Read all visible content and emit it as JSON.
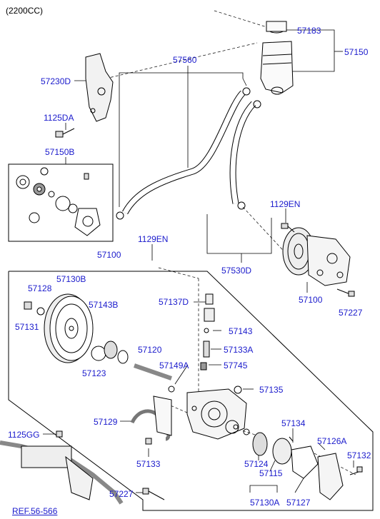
{
  "header": {
    "engine_spec": "(2200CC)"
  },
  "parts": {
    "p57183": "57183",
    "p57150": "57150",
    "p57560": "57560",
    "p57230D": "57230D",
    "p1125DA": "1125DA",
    "p57150B": "57150B",
    "p1129EN_a": "1129EN",
    "p1129EN_b": "1129EN",
    "p57100_a": "57100",
    "p57100_b": "57100",
    "p57530D": "57530D",
    "p57130B": "57130B",
    "p57128": "57128",
    "p57143B": "57143B",
    "p57131": "57131",
    "p57137D": "57137D",
    "p57143": "57143",
    "p57133A": "57133A",
    "p57227_a": "57227",
    "p57227_b": "57227",
    "p57123": "57123",
    "p57120": "57120",
    "p57149A": "57149A",
    "p57745": "57745",
    "p57135": "57135",
    "p57129": "57129",
    "p57134": "57134",
    "p57126A": "57126A",
    "p1125GG": "1125GG",
    "p57133": "57133",
    "p57124": "57124",
    "p57115": "57115",
    "p57132": "57132",
    "p57130A": "57130A",
    "p57127": "57127"
  },
  "reference": {
    "label": "REF.56-566"
  }
}
